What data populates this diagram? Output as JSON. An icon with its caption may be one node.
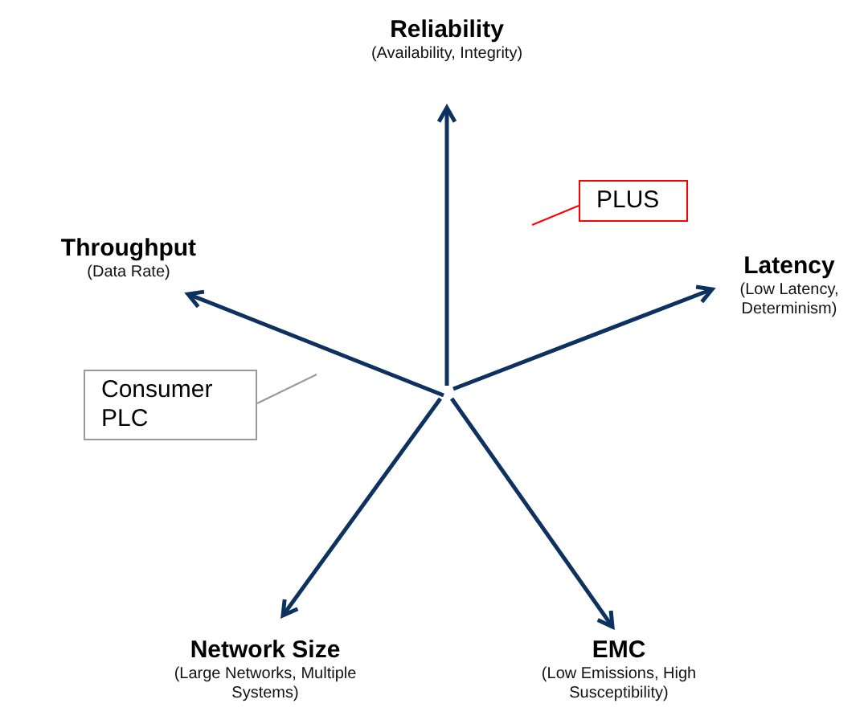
{
  "diagram": {
    "nodes": [
      {
        "text": [
          "Reliability",
          "(Availability, Integrity)"
        ]
      },
      {
        "text": [
          "PLUS"
        ]
      },
      {
        "text": [
          "Throughput",
          "(Data Rate)"
        ]
      },
      {
        "text": [
          "Latency",
          "(Low Latency, Determinism)"
        ]
      },
      {
        "text": [
          "Consumer PLC"
        ]
      },
      {
        "text": [
          "Network Size",
          "(Large Networks, Multiple Systems)"
        ]
      },
      {
        "text": [
          "EMC",
          "(Low Emissions, High Susceptibility)"
        ]
      }
    ],
    "edges": [
      {
        "from": null,
        "to": 0,
        "arrow": "to"
      },
      {
        "from": null,
        "to": 2,
        "arrow": "to"
      },
      {
        "from": null,
        "to": 3,
        "arrow": "to"
      },
      {
        "from": null,
        "to": 5,
        "arrow": "to"
      },
      {
        "from": null,
        "to": 6,
        "arrow": "to"
      },
      {
        "from": 1,
        "to": null,
        "arrow": "none",
        "color": "#ff0000"
      },
      {
        "from": 4,
        "to": null,
        "arrow": "none",
        "color": "#999999"
      }
    ]
  }
}
